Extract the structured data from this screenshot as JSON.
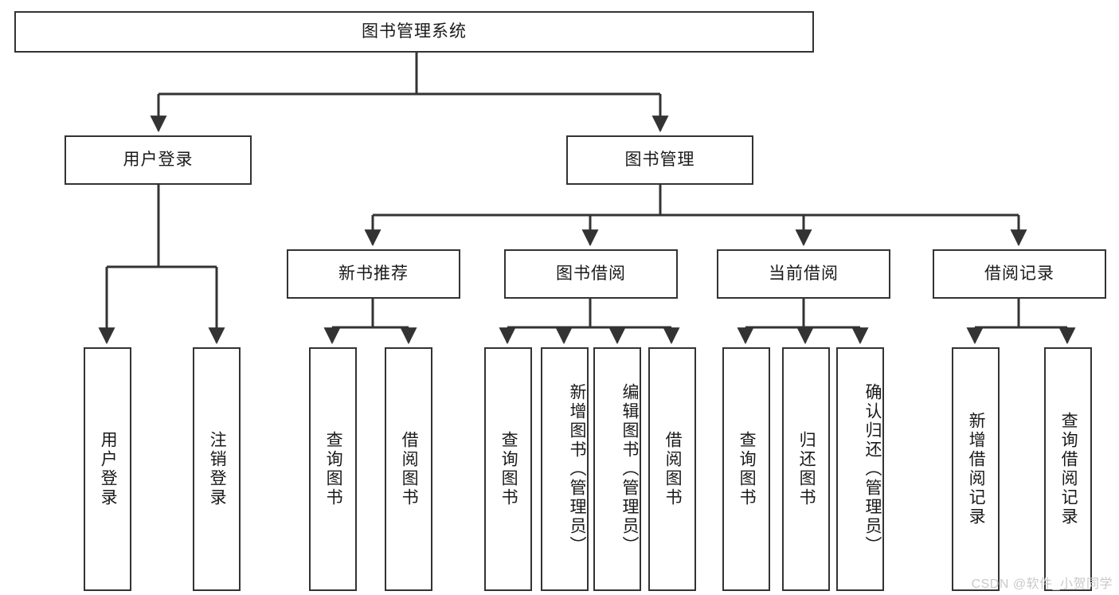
{
  "diagram": {
    "title": "图书管理系统",
    "type": "tree-hierarchy-chart",
    "root": {
      "label": "图书管理系统"
    },
    "level2": [
      {
        "label": "用户登录"
      },
      {
        "label": "图书管理"
      }
    ],
    "level3": [
      {
        "label": "新书推荐"
      },
      {
        "label": "图书借阅"
      },
      {
        "label": "当前借阅"
      },
      {
        "label": "借阅记录"
      }
    ],
    "leaves": {
      "user_login": [
        {
          "label": "用户登录"
        },
        {
          "label": "注销登录"
        }
      ],
      "new_book_recommend": [
        {
          "label": "查询图书"
        },
        {
          "label": "借阅图书"
        }
      ],
      "book_borrow": [
        {
          "label": "查询图书"
        },
        {
          "label": "新增图书（管理员）"
        },
        {
          "label": "编辑图书（管理员）"
        },
        {
          "label": "借阅图书"
        }
      ],
      "current_borrow": [
        {
          "label": "查询图书"
        },
        {
          "label": "归还图书"
        },
        {
          "label": "确认归还（管理员）"
        }
      ],
      "borrow_record": [
        {
          "label": "新增借阅记录"
        },
        {
          "label": "查询借阅记录"
        }
      ]
    }
  },
  "watermark": {
    "text": "CSDN @软件_小贺同学"
  },
  "colors": {
    "stroke": "#333333",
    "background": "#ffffff",
    "text": "#1a1a1a",
    "watermark": "#c9c9c9"
  }
}
